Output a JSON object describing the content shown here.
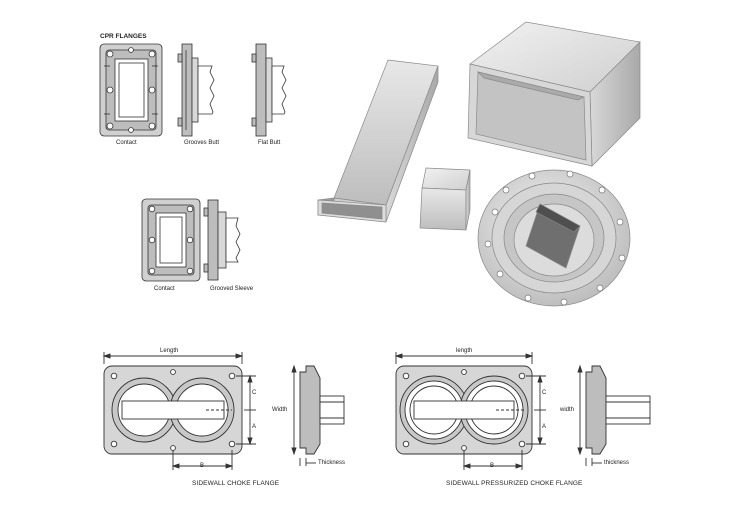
{
  "cpr": {
    "title": "CPR FLANGES",
    "contact": "Contact",
    "grooves_butt": "Grooves Butt",
    "flat_butt": "Flat Butt",
    "contact2": "Contact",
    "grooved_sleeve": "Grooved Sleeve"
  },
  "sidewall": {
    "length": "Length",
    "width": "Width",
    "dim_c": "C",
    "dim_a": "A",
    "dim_b": "B",
    "thickness": "Thickness",
    "caption": "SIDEWALL CHOKE FLANGE"
  },
  "pressurized": {
    "length": "length",
    "width": "width",
    "dim_c": "C",
    "dim_a": "A",
    "dim_b": "B",
    "thickness": "thickness",
    "caption": "SIDEWALL PRESSURIZED CHOKE FLANGE"
  },
  "colors": {
    "line": "#333333",
    "metal_light": "#e4e4e4",
    "metal_mid": "#c4c4c4",
    "metal_dark": "#8a8a8a",
    "drawing_fill": "#bdbdbd"
  }
}
